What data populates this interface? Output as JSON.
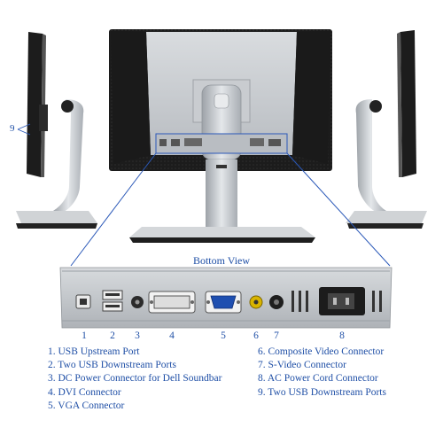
{
  "bottom_view_title": "Bottom View",
  "side_callout_number": "9",
  "port_numbers": [
    "1",
    "2",
    "3",
    "4",
    "5",
    "6",
    "7",
    "8"
  ],
  "legend_left": [
    "1. USB Upstream Port",
    "2. Two USB Downstream Ports",
    "3. DC Power Connector for Dell Soundbar",
    "4. DVI Connector",
    "5. VGA Connector"
  ],
  "legend_right": [
    "6. Composite Video Connector",
    "7. S-Video Connector",
    "8. AC Power Cord Connector",
    "9. Two USB Downstream Ports"
  ],
  "colors": {
    "label_blue": "#1f4fa6",
    "monitor_black": "#1b1b1b",
    "silver": "#c8ccd0",
    "callout_line": "#2a58b8"
  }
}
